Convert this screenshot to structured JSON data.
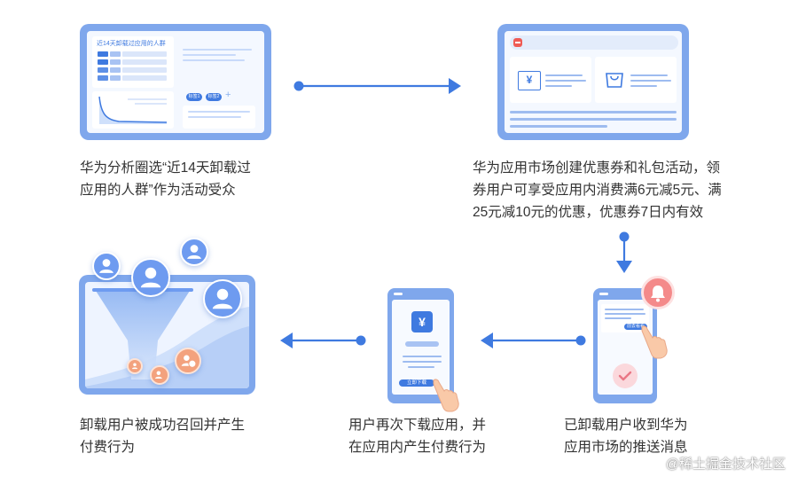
{
  "steps": [
    {
      "id": 1,
      "lines": [
        "华为分析圈选“近14天卸载过",
        "应用的人群”作为活动受众"
      ]
    },
    {
      "id": 2,
      "lines": [
        "华为应用市场创建优惠券和礼包活动，领",
        "券用户可享受应用内消费满6元减5元、满",
        "25元减10元的优惠，优惠券7日内有效"
      ]
    },
    {
      "id": 3,
      "lines": [
        "已卸载用户收到华为",
        "应用市场的推送消息"
      ]
    },
    {
      "id": 4,
      "lines": [
        "用户再次下载应用，并",
        "在应用内产生付费行为"
      ]
    },
    {
      "id": 5,
      "lines": [
        "卸载用户被成功召回并产生",
        "付费行为"
      ]
    }
  ],
  "mockups": {
    "analysis_panel_title": "近14天卸载过应用的人群",
    "analysis_tag_1": "标签1",
    "analysis_tag_2": "标签2",
    "analysis_add": "+",
    "coupon_symbol": "¥",
    "download_symbol": "¥",
    "download_button": "立即下载",
    "push_button": "前去看看"
  },
  "watermark": "@稀土掘金技术社区",
  "colors": {
    "primary": "#3f7ae0",
    "frame": "#7fa7ec",
    "screen": "#f4f8ff",
    "bell": "#f48a8a",
    "check": "#f2a0a8"
  }
}
